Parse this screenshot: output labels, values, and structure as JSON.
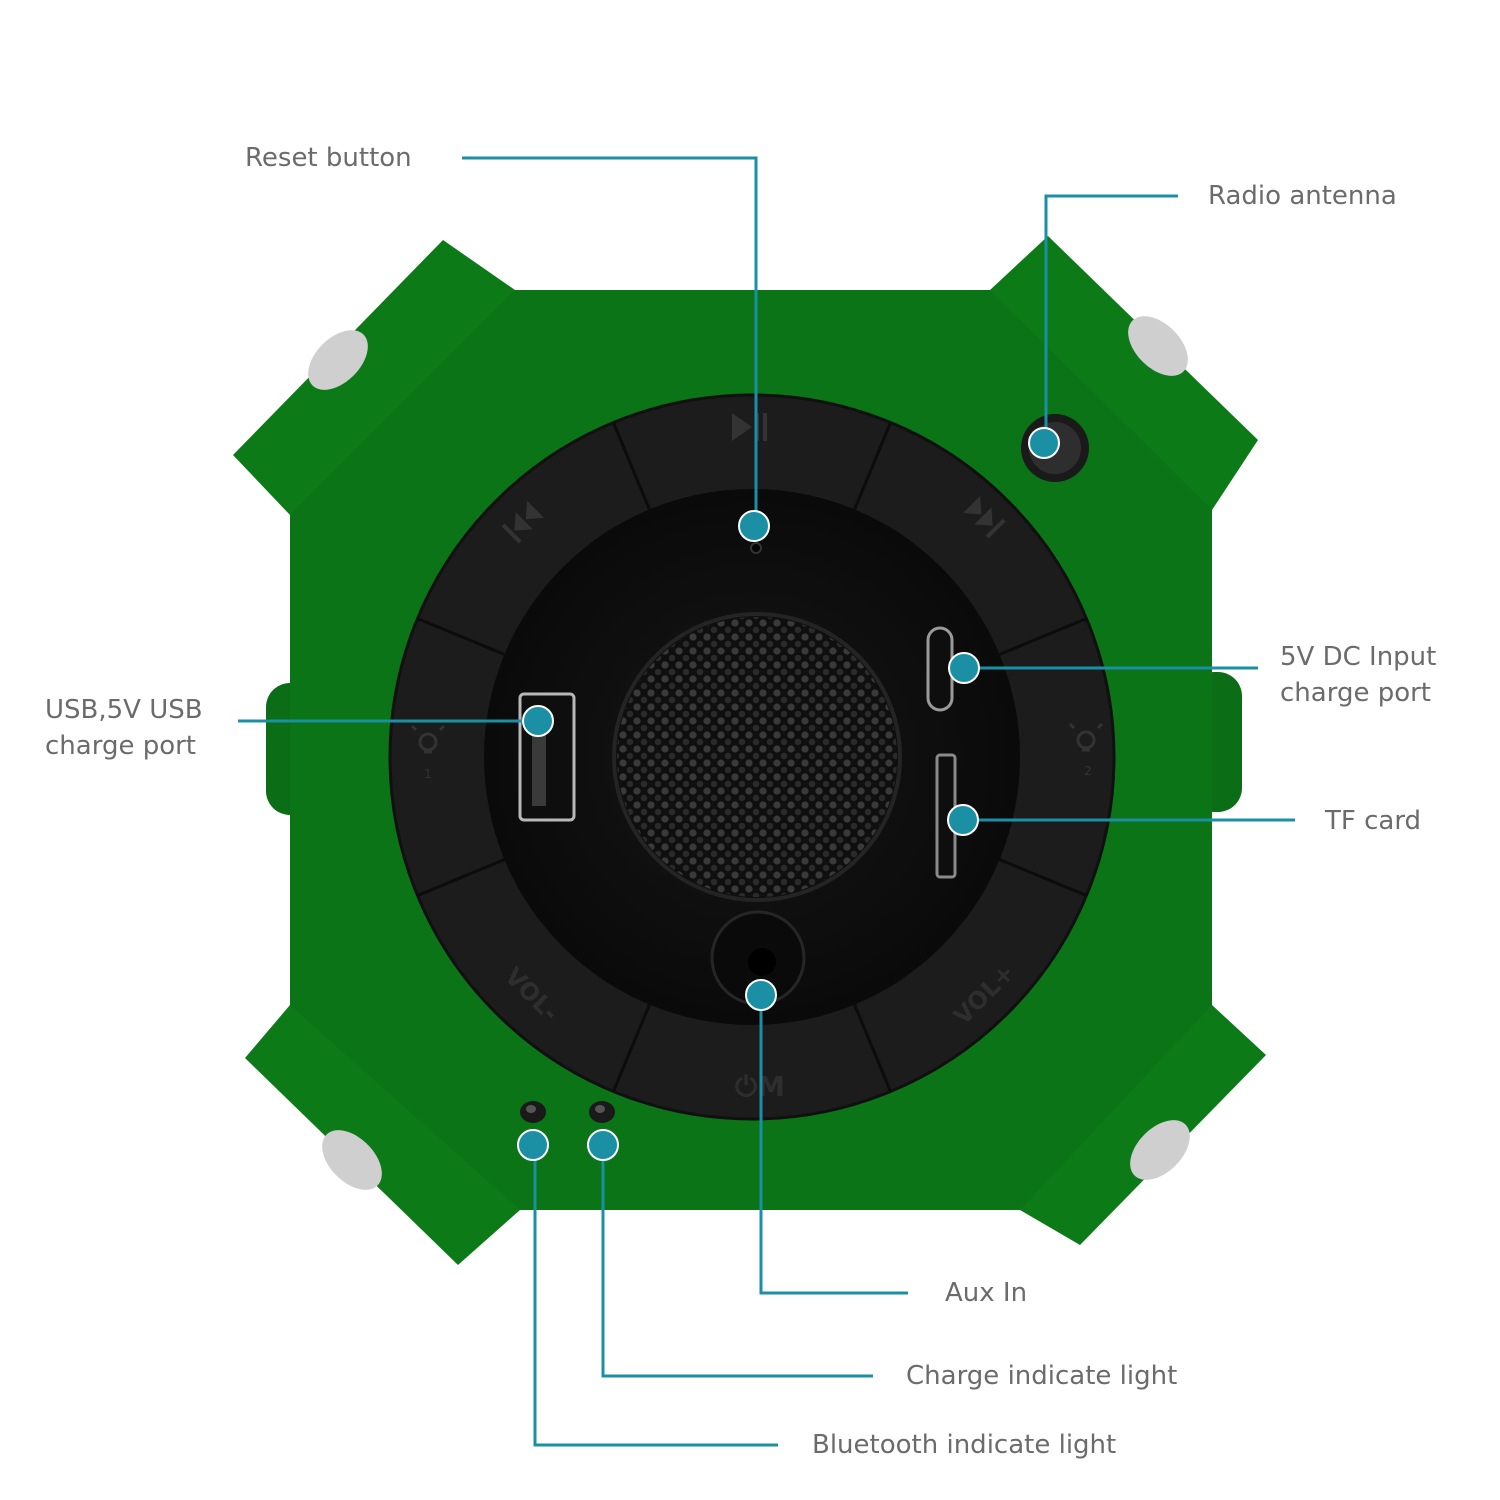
{
  "colors": {
    "housing": "#0d7a18",
    "housing_shade": "#0a6814",
    "panel": "#121212",
    "ring": "#1c1c1c",
    "callout": "#1b8fa3",
    "bumper": "#c9c9c9",
    "label_text": "#6b6b6b"
  },
  "labels": {
    "reset": "Reset button",
    "antenna": "Radio antenna",
    "usb_line1": "USB,5V USB",
    "usb_line2": "charge port",
    "dc_line1": "5V DC Input",
    "dc_line2": "charge port",
    "tf": "TF card",
    "aux": "Aux In",
    "charge_light": "Charge indicate light",
    "bt_light": "Bluetooth indicate light"
  },
  "ring_buttons": {
    "vol_minus": "VOL-",
    "vol_plus": "VOL+",
    "power_mode": "⏻M",
    "light_left": "1",
    "light_right": "2"
  },
  "icons": [
    "play-pause-icon",
    "previous-track-icon",
    "next-track-icon",
    "light-bulb-icon",
    "power-icon"
  ]
}
